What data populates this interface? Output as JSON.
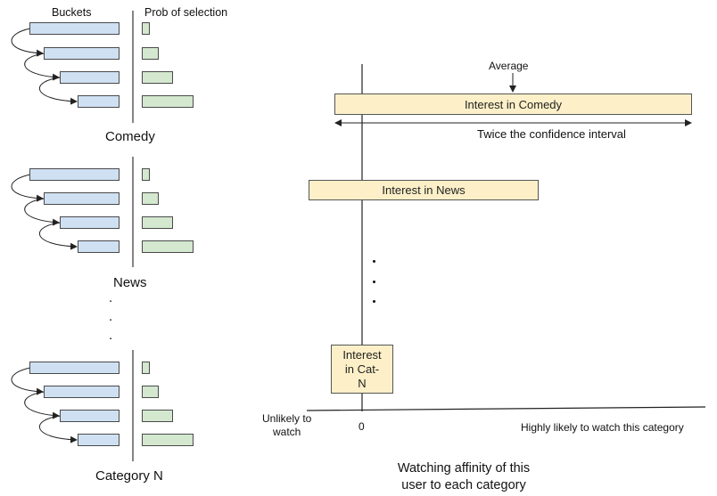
{
  "left_panel": {
    "buckets_header": "Buckets",
    "prob_header": "Prob of selection",
    "groups": [
      {
        "name": "Comedy",
        "prob_levels": [
          0.15,
          0.33,
          0.6,
          1.0
        ]
      },
      {
        "name": "News",
        "prob_levels": [
          0.15,
          0.33,
          0.6,
          1.0
        ]
      },
      {
        "name": "Category N",
        "prob_levels": [
          0.15,
          0.33,
          0.6,
          1.0
        ]
      }
    ],
    "ellipsis_dots": "."
  },
  "right_panel": {
    "average_label": "Average",
    "confidence_label": "Twice the confidence interval",
    "intervals": [
      {
        "label": "Interest in Comedy"
      },
      {
        "label": "Interest in News"
      },
      {
        "label_lines": [
          "Interest",
          "in Cat-",
          "N"
        ]
      }
    ],
    "axis": {
      "left_label_lines": [
        "Unlikely to",
        "watch"
      ],
      "zero_label": "0",
      "right_label": "Highly likely to watch this category"
    },
    "caption_lines": [
      "Watching affinity of this",
      "user to each category"
    ]
  },
  "colors": {
    "bucket_fill": "#cfe0f2",
    "prob_fill": "#d3e8cf",
    "interval_fill": "#fdf0c8",
    "outline": "#4a4a4a"
  }
}
